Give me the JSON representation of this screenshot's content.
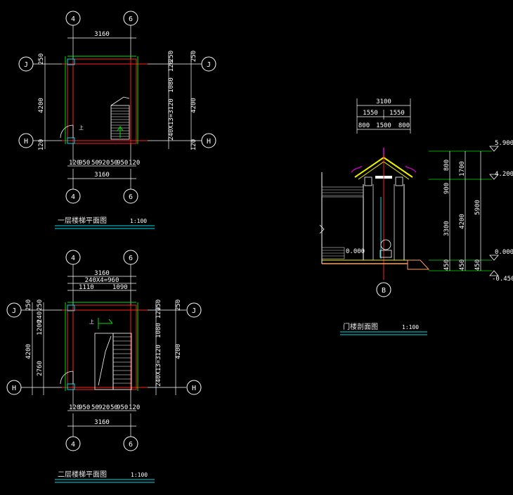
{
  "colors": {
    "background": "#000000",
    "wall": "#ff2020",
    "dimension": "#ffffff",
    "axis_line": "#ffffff",
    "green": "#00e000",
    "cyan": "#00d8e8",
    "magenta": "#e000e0",
    "yellow": "#f0f000",
    "hatch": "#d0d0d0"
  },
  "plan1": {
    "top_axes": [
      "4",
      "6"
    ],
    "bottom_axes": [
      "4",
      "6"
    ],
    "left_axes": [
      "J",
      "H"
    ],
    "right_axes": [
      "J",
      "H"
    ],
    "top_dim": "3160",
    "bottom_dim": "3160",
    "bottom_detail": "120",
    "bottom_detail2": "950",
    "bottom_detail3": "50",
    "bottom_detail4": "920",
    "bottom_detail5": "50",
    "bottom_detail6": "950",
    "bottom_detail7": "120",
    "left_total": "4200",
    "left_top": "250",
    "left_bottom": "120",
    "right_total": "4200",
    "right_top": "250",
    "right_a": "120",
    "right_b": "1080",
    "right_c": "240X13=3120",
    "right_bottom": "120",
    "up_mark": "上",
    "title": "一层楼梯平面图",
    "scale": "1:100"
  },
  "plan2": {
    "top_axes": [
      "4",
      "6"
    ],
    "bottom_axes": [
      "4",
      "6"
    ],
    "left_axes": [
      "J",
      "H"
    ],
    "right_axes": [
      "J",
      "H"
    ],
    "top_dim": "3160",
    "top_split": "240X4=960",
    "top_left": "1110",
    "top_right": "1090",
    "bottom_dim": "3160",
    "bottom_detail": "120",
    "bottom_detail2": "950",
    "bottom_detail3": "50",
    "bottom_detail4": "920",
    "bottom_detail5": "50",
    "bottom_detail6": "950",
    "bottom_detail7": "120",
    "left_total": "4200",
    "left_top": "250",
    "left_a": "250",
    "left_b": "1200",
    "left_c": "240",
    "left_d": "2760",
    "right_total": "4200",
    "right_top": "250",
    "right_a": "120",
    "right_b": "1080",
    "right_c": "240X13=3120",
    "up_mark": "上",
    "title": "二层楼梯平面图",
    "scale": "1:100"
  },
  "section": {
    "axis": "B",
    "top_total": "3100",
    "top_half_left": "1550",
    "top_half_right": "1550",
    "top_seg1": "800",
    "top_seg2": "1500",
    "top_seg3": "800",
    "level_ground": "0.000",
    "levels": [
      {
        "value": "5.900"
      },
      {
        "value": "4.200"
      },
      {
        "value": "0.000"
      },
      {
        "value": "-0.450"
      }
    ],
    "dims_col1": [
      "800",
      "900",
      "3300",
      "450"
    ],
    "dims_col2": [
      "1700",
      "4200",
      "450"
    ],
    "dims_col3": [
      "5900",
      "450"
    ],
    "title": "门楼剖面图",
    "scale": "1:100"
  }
}
